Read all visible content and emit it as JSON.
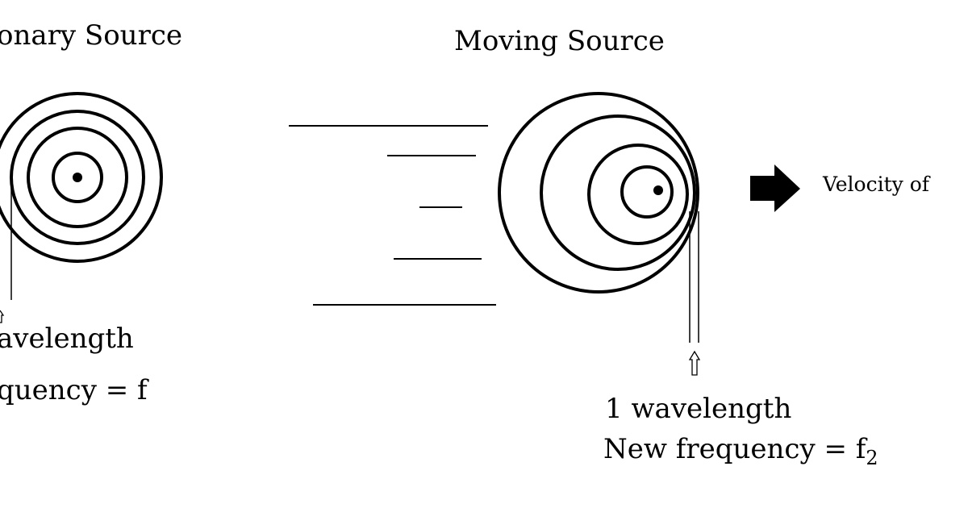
{
  "left_panel": {
    "title": "onary Source",
    "wavelength_label": "avelength",
    "frequency_label": "quency = f"
  },
  "right_panel": {
    "title": "Moving Source",
    "velocity_label": "Velocity of",
    "wavelength_label": "1 wavelength",
    "frequency_label": "New frequency = f",
    "frequency_subscript": "2"
  },
  "colors": {
    "ink": "#000000",
    "background": "#ffffff"
  }
}
